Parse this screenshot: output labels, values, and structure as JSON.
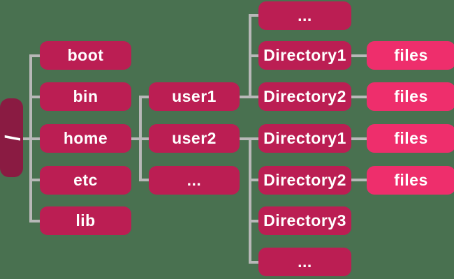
{
  "colors": {
    "background": "#497150",
    "node": "#BB1E53",
    "node_dark": "#8A1B42",
    "node_bright": "#EE2E6C",
    "line": "#B8B8B8",
    "text": "#FFFFFF"
  },
  "nodes": [
    {
      "id": "root",
      "label": "/"
    },
    {
      "id": "boot",
      "label": "boot"
    },
    {
      "id": "bin",
      "label": "bin"
    },
    {
      "id": "home",
      "label": "home"
    },
    {
      "id": "etc",
      "label": "etc"
    },
    {
      "id": "lib",
      "label": "lib"
    },
    {
      "id": "user1",
      "label": "user1"
    },
    {
      "id": "user2",
      "label": "user2"
    },
    {
      "id": "users-ellipsis",
      "label": "..."
    },
    {
      "id": "user1-dir-ellipsis",
      "label": "..."
    },
    {
      "id": "user1-directory1",
      "label": "Directory1"
    },
    {
      "id": "user1-directory2",
      "label": "Directory2"
    },
    {
      "id": "user2-directory1",
      "label": "Directory1"
    },
    {
      "id": "user2-directory2",
      "label": "Directory2"
    },
    {
      "id": "user2-directory3",
      "label": "Directory3"
    },
    {
      "id": "user2-dir-ellipsis",
      "label": "..."
    },
    {
      "id": "user1-directory1-files",
      "label": "files"
    },
    {
      "id": "user1-directory2-files",
      "label": "files"
    },
    {
      "id": "user2-directory1-files",
      "label": "files"
    },
    {
      "id": "user2-directory2-files",
      "label": "files"
    }
  ],
  "edges": [
    [
      "/",
      "boot"
    ],
    [
      "/",
      "bin"
    ],
    [
      "/",
      "home"
    ],
    [
      "/",
      "etc"
    ],
    [
      "/",
      "lib"
    ],
    [
      "home",
      "user1"
    ],
    [
      "home",
      "user2"
    ],
    [
      "home",
      "..."
    ],
    [
      "user1",
      "..."
    ],
    [
      "user1",
      "Directory1"
    ],
    [
      "user1",
      "Directory2"
    ],
    [
      "user2",
      "Directory1"
    ],
    [
      "user2",
      "Directory2"
    ],
    [
      "user2",
      "Directory3"
    ],
    [
      "user2",
      "..."
    ],
    [
      "user1/Directory1",
      "files"
    ],
    [
      "user1/Directory2",
      "files"
    ],
    [
      "user2/Directory1",
      "files"
    ],
    [
      "user2/Directory2",
      "files"
    ]
  ]
}
